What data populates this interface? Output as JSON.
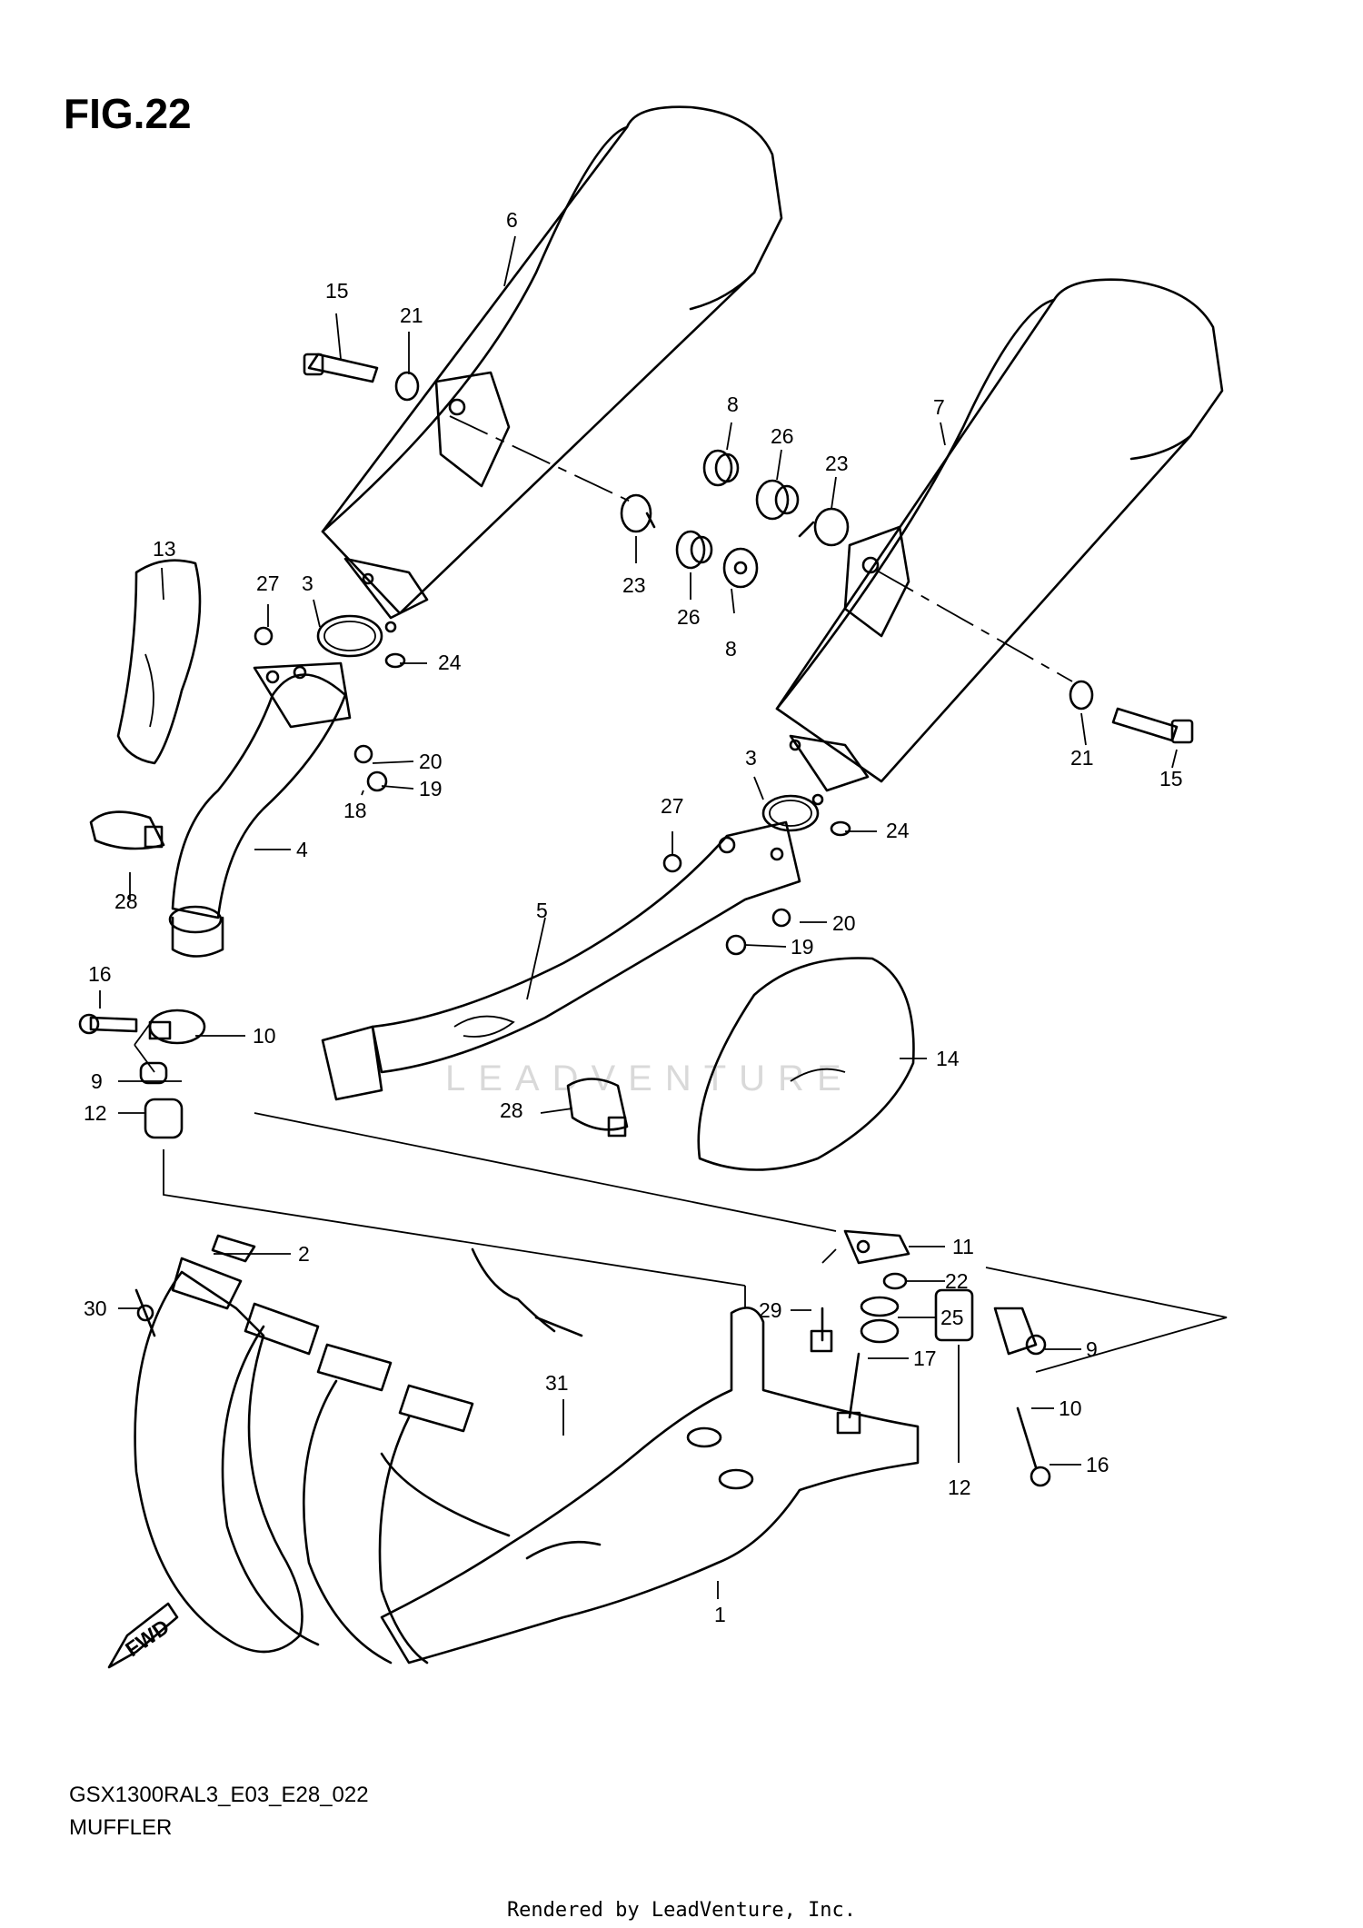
{
  "figure": {
    "title": "FIG.22",
    "diagram_code": "GSX1300RAL3_E03_E28_022",
    "diagram_name": "MUFFLER",
    "footer": "Rendered by LeadVenture, Inc.",
    "watermark": "LEADVENTURE",
    "direction_arrow": "FWD"
  },
  "callouts": [
    "1",
    "2",
    "3",
    "3",
    "4",
    "5",
    "6",
    "7",
    "8",
    "8",
    "9",
    "9",
    "10",
    "10",
    "11",
    "12",
    "12",
    "13",
    "14",
    "15",
    "15",
    "16",
    "16",
    "17",
    "18",
    "19",
    "19",
    "20",
    "20",
    "21",
    "21",
    "22",
    "23",
    "23",
    "24",
    "24",
    "25",
    "26",
    "26",
    "27",
    "27",
    "28",
    "28",
    "29",
    "30",
    "31"
  ]
}
